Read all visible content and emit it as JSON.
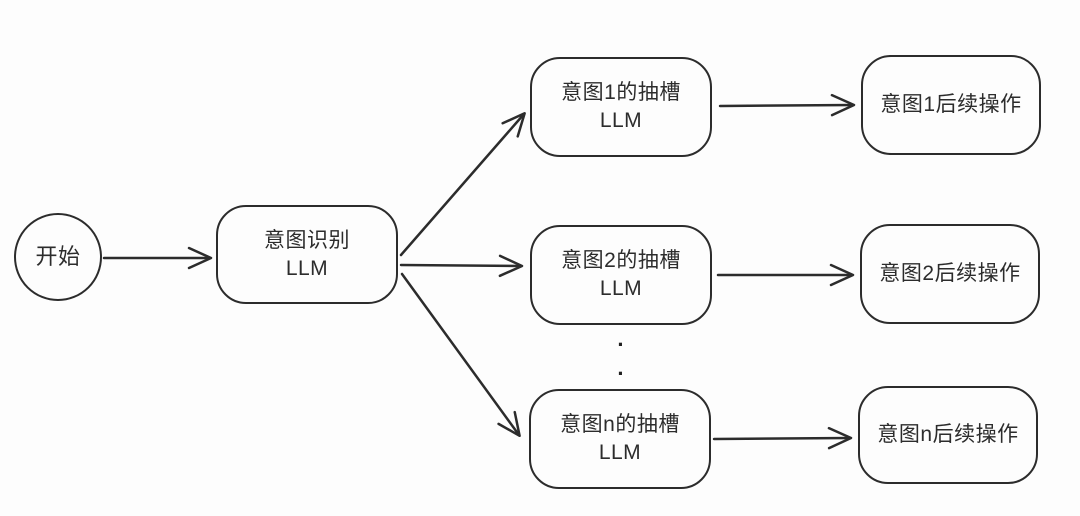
{
  "diagram": {
    "background_color": "#fdfdfd",
    "stroke_color": "#2c2c2c",
    "text_color": "#2c2c2c",
    "nodes": {
      "start": {
        "shape": "circle",
        "label": "开始"
      },
      "intent_recognition": {
        "shape": "rounded-rect",
        "label": "意图识别\nLLM"
      },
      "slot_nodes": [
        {
          "shape": "rounded-rect",
          "label": "意图1的抽槽\nLLM"
        },
        {
          "shape": "rounded-rect",
          "label": "意图2的抽槽\nLLM"
        },
        {
          "shape": "rounded-rect",
          "label": "意图n的抽槽\nLLM"
        }
      ],
      "followup_nodes": [
        {
          "shape": "rounded-rect",
          "label": "意图1后续操作"
        },
        {
          "shape": "rounded-rect",
          "label": "意图2后续操作"
        },
        {
          "shape": "rounded-rect",
          "label": "意图n后续操作"
        }
      ]
    },
    "ellipsis": "·\n·",
    "edges": [
      {
        "from": "start",
        "to": "intent_recognition"
      },
      {
        "from": "intent_recognition",
        "to": "slot_1"
      },
      {
        "from": "intent_recognition",
        "to": "slot_2"
      },
      {
        "from": "intent_recognition",
        "to": "slot_n"
      },
      {
        "from": "slot_1",
        "to": "followup_1"
      },
      {
        "from": "slot_2",
        "to": "followup_2"
      },
      {
        "from": "slot_n",
        "to": "followup_n"
      }
    ]
  }
}
